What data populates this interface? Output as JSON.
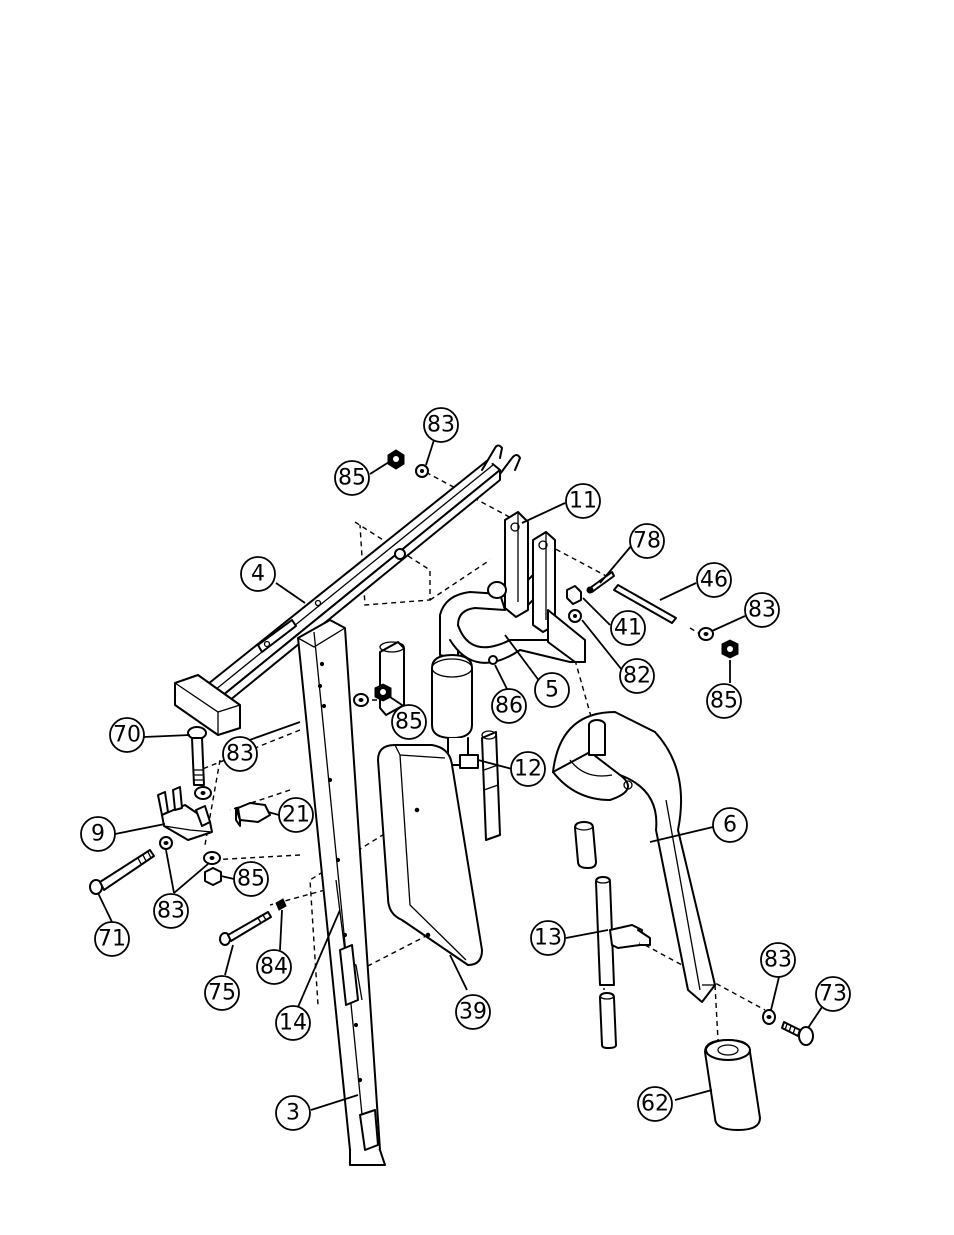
{
  "callouts": {
    "c83a": "83",
    "c85a": "85",
    "c11": "11",
    "c78": "78",
    "c4": "4",
    "c46": "46",
    "c83b": "83",
    "c41": "41",
    "c5": "5",
    "c82": "82",
    "c85b": "85",
    "c86": "86",
    "c85c": "85",
    "c70": "70",
    "c83c": "83",
    "c12": "12",
    "c6": "6",
    "c9": "9",
    "c21": "21",
    "c85d": "85",
    "c83d": "83",
    "c71": "71",
    "c84": "84",
    "c13": "13",
    "c83e": "83",
    "c73": "73",
    "c75": "75",
    "c14": "14",
    "c39": "39",
    "c3": "3",
    "c62": "62"
  }
}
